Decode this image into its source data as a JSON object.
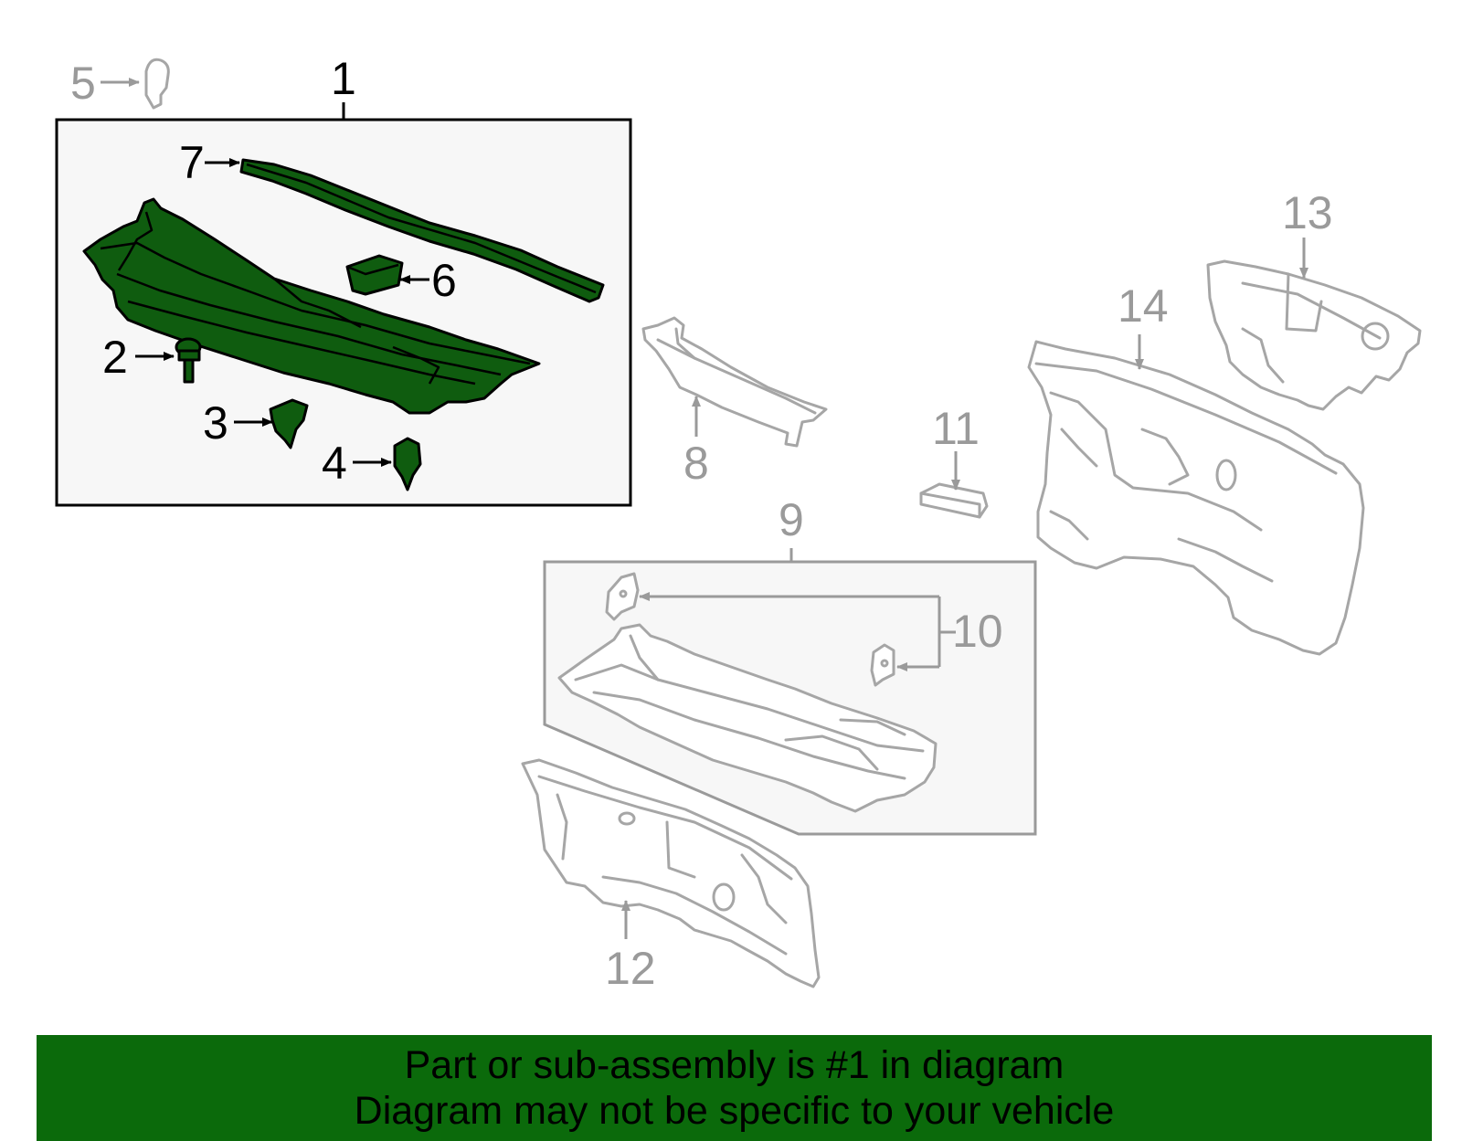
{
  "colors": {
    "highlight_fill": "#0f5c0f",
    "banner_background": "#0b6a0b",
    "box_background": "#f7f7f7",
    "grey_outline": "#a6a6a6",
    "grey_label": "#9a9a9a"
  },
  "callouts": {
    "c1": "1",
    "c2": "2",
    "c3": "3",
    "c4": "4",
    "c5": "5",
    "c6": "6",
    "c7": "7",
    "c8": "8",
    "c9": "9",
    "c10": "10",
    "c11": "11",
    "c12": "12",
    "c13": "13",
    "c14": "14"
  },
  "banner": {
    "line1": "Part or sub-assembly is #1 in diagram",
    "line2": "Diagram may not be specific to your vehicle"
  }
}
